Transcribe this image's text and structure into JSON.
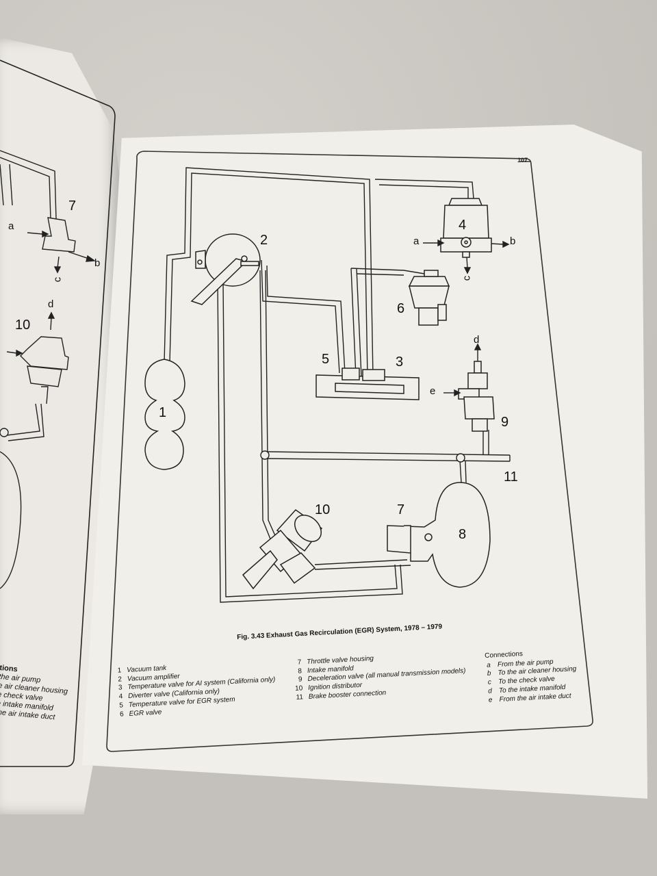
{
  "page_number": "107",
  "diagram_numbers": {
    "n1": "1",
    "n2": "2",
    "n3": "3",
    "n4": "4",
    "n5": "5",
    "n6": "6",
    "n7": "7",
    "n8": "8",
    "n9": "9",
    "n10": "10",
    "n11": "11"
  },
  "connection_letters": {
    "a": "a",
    "b": "b",
    "c": "c",
    "d": "d",
    "e": "e"
  },
  "caption": "Fig. 3.43 Exhaust Gas Recirculation (EGR) System, 1978 – 1979",
  "legend_left": [
    {
      "num": "1",
      "text": "Vacuum tank"
    },
    {
      "num": "2",
      "text": "Vacuum amplifier"
    },
    {
      "num": "3",
      "text": "Temperature valve for AI system (California only)"
    },
    {
      "num": "4",
      "text": "Diverter valve (California only)"
    },
    {
      "num": "5",
      "text": "Temperature valve for EGR system"
    },
    {
      "num": "6",
      "text": "EGR valve"
    }
  ],
  "legend_middle": [
    {
      "num": "7",
      "text": "Throttle valve housing"
    },
    {
      "num": "8",
      "text": "Intake manifold"
    },
    {
      "num": "9",
      "text": "Deceleration valve (all manual transmission models)"
    },
    {
      "num": "10",
      "text": "Ignition distributor"
    },
    {
      "num": "11",
      "text": "Brake booster connection"
    }
  ],
  "connections": {
    "title": "Connections",
    "items": [
      {
        "letter": "a",
        "text": "From the air pump"
      },
      {
        "letter": "b",
        "text": "To the air cleaner housing"
      },
      {
        "letter": "c",
        "text": "To the check valve"
      },
      {
        "letter": "d",
        "text": "To the intake manifold"
      },
      {
        "letter": "e",
        "text": "From the air intake duct"
      }
    ]
  },
  "left_page": {
    "label_7": "7",
    "label_10": "10",
    "letter_a": "a",
    "letter_b": "b",
    "letter_c": "c",
    "letter_d": "d",
    "legend_title": "tions",
    "legend_lines": [
      "the air pump",
      "e air cleaner housing",
      "e check valve",
      "e intake manifold",
      "the air intake duct"
    ]
  }
}
